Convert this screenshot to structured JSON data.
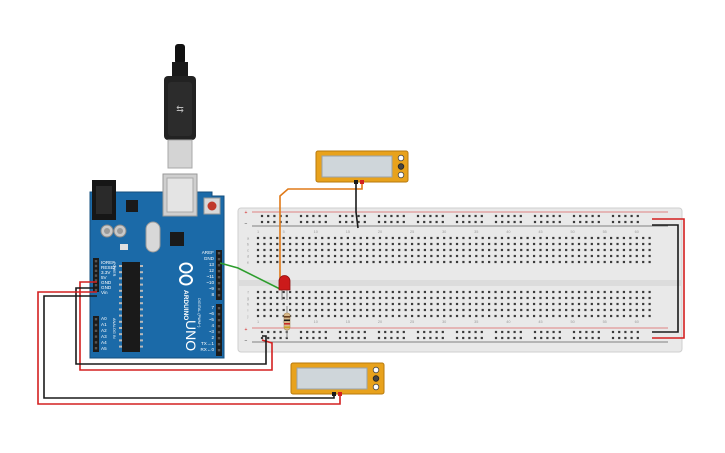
{
  "canvas": {
    "background": "#ffffff"
  },
  "arduino": {
    "board_color": "#1b6aa8",
    "brand": "ARDUINO",
    "model": "UNO",
    "logo": "infinity-logo",
    "power_labels": [
      "IOREF",
      "RESET",
      "3.3V",
      "5V",
      "GND",
      "GND",
      "Vin"
    ],
    "analog_labels": [
      "A0",
      "A1",
      "A2",
      "A3",
      "A4",
      "A5"
    ],
    "section_power": "POWER",
    "section_analog": "ANALOG IN",
    "section_digital": "DIGITAL (PWM~)",
    "digital_top_labels": [
      "AREF",
      "GND",
      "13",
      "12",
      "~11",
      "~10",
      "~9",
      "8"
    ],
    "digital_bottom_labels": [
      "7",
      "~6",
      "~5",
      "4",
      "~3",
      "2",
      "TX→1",
      "RX←0"
    ]
  },
  "usb_cable": {
    "color": "#1a1a1a"
  },
  "breadboard": {
    "color": "#e9e9e9",
    "row_letters_top": [
      "a",
      "b",
      "c",
      "d",
      "e"
    ],
    "row_letters_bottom": [
      "f",
      "g",
      "h",
      "i",
      "j"
    ],
    "column_numbers": [
      "1",
      "5",
      "10",
      "15",
      "20",
      "25",
      "30",
      "35",
      "40",
      "45",
      "50",
      "55",
      "60"
    ],
    "rail_plus": "+",
    "rail_minus": "−"
  },
  "multimeter_top": {
    "color": "#e8a21c",
    "display_color": "#cfd6da"
  },
  "multimeter_bottom": {
    "color": "#e8a21c",
    "display_color": "#cfd6da"
  },
  "led": {
    "color": "#cc1a1a"
  },
  "resistor": {
    "color": "#d8b98a"
  },
  "wire_colors": {
    "red": "#d42020",
    "black": "#1a1a1a",
    "green": "#2e9e2e",
    "orange": "#e07a18"
  }
}
